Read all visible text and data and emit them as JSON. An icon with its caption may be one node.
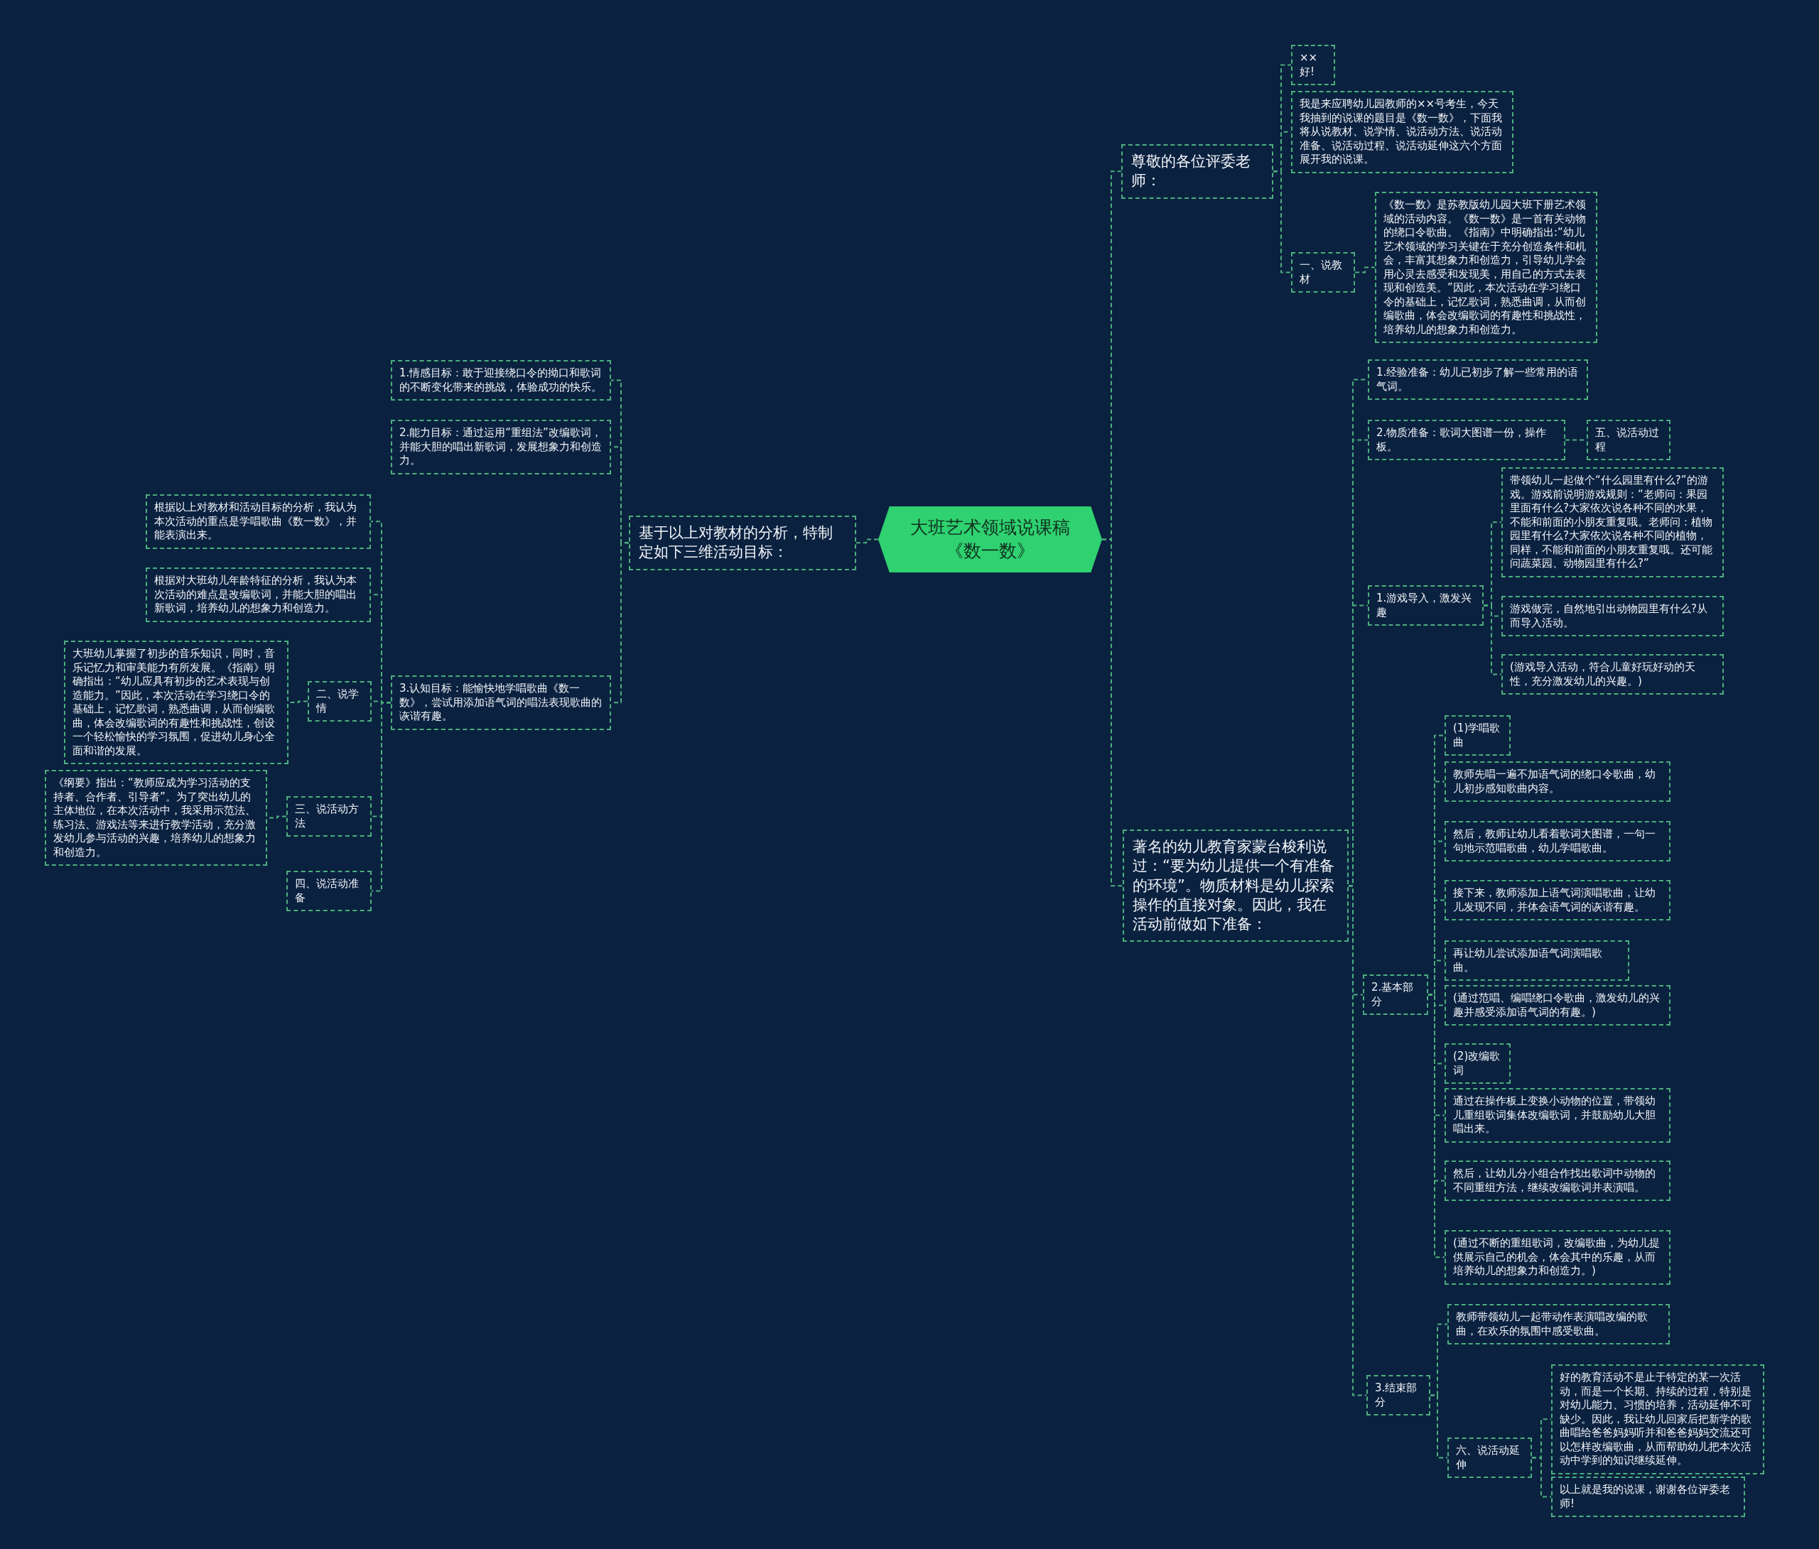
{
  "diagram": {
    "nodes": [
      {
        "text": [
          "大班艺术领域说课稿《数一数》"
        ]
      },
      {
        "text": [
          "尊敬的各位评委老师："
        ]
      },
      {
        "text": [
          "××好!"
        ]
      },
      {
        "text": [
          "我是来应聘幼儿园教师的××号考生，今天我抽到的说课的题目是《数一数》，下面我将从说教材、说学情、说活动方法、说活动准备、说活动过程、说活动延伸这六个方面展开我的说课。"
        ]
      },
      {
        "text": [
          "一、说教材"
        ]
      },
      {
        "text": [
          "《数一数》是苏教版幼儿园大班下册艺术领域的活动内容。《数一数》是一首有关动物的绕口令歌曲。《指南》中明确指出:“幼儿艺术领域的学习关键在于充分创造条件和机会，丰富其想象力和创造力，引导幼儿学会用心灵去感受和发现美，用自己的方式去表现和创造美。”因此，本次活动在学习绕口令的基础上，记忆歌词，熟悉曲调，从而创编歌曲，体会改编歌词的有趣性和挑战性，培养幼儿的想象力和创造力。"
        ]
      },
      {
        "text": [
          "著名的幼儿教育家蒙台梭利说过：“要为幼儿提供一个有准备的环境”。物质材料是幼儿探索操作的直接对象。因此，我在活动前做如下准备："
        ]
      },
      {
        "text": [
          "1.经验准备：幼儿已初步了解一些常用的语气词。"
        ]
      },
      {
        "text": [
          "2.物质准备：歌词大图谱一份，操作板。"
        ]
      },
      {
        "text": [
          "五、说活动过程"
        ]
      },
      {
        "text": [
          "1.游戏导入，激发兴趣"
        ]
      },
      {
        "text": [
          "带领幼儿一起做个“什么园里有什么?”的游戏。游戏前说明游戏规则：“老师问：果园里面有什么?大家依次说各种不同的水果，不能和前面的小朋友重复哦。老师问：植物园里有什么?大家依次说各种不同的植物，同样，不能和前面的小朋友重复哦。还可能问蔬菜园、动物园里有什么?”"
        ]
      },
      {
        "text": [
          "游戏做完，自然地引出动物园里有什么?从而导入活动。"
        ]
      },
      {
        "text": [
          "(游戏导入活动，符合儿童好玩好动的天性，充分激发幼儿的兴趣。)"
        ]
      },
      {
        "text": [
          "2.基本部分"
        ]
      },
      {
        "text": [
          "(1)学唱歌曲"
        ]
      },
      {
        "text": [
          "教师先唱一遍不加语气词的绕口令歌曲，幼儿初步感知歌曲内容。"
        ]
      },
      {
        "text": [
          "然后，教师让幼儿看着歌词大图谱，一句一句地示范唱歌曲，幼儿学唱歌曲。"
        ]
      },
      {
        "text": [
          "接下来，教师添加上语气词演唱歌曲，让幼儿发现不同，并体会语气词的诙谐有趣。"
        ]
      },
      {
        "text": [
          "再让幼儿尝试添加语气词演唱歌曲。"
        ]
      },
      {
        "text": [
          "(通过范唱、编唱绕口令歌曲，激发幼儿的兴趣并感受添加语气词的有趣。)"
        ]
      },
      {
        "text": [
          "(2)改编歌词"
        ]
      },
      {
        "text": [
          "通过在操作板上变换小动物的位置，带领幼儿重组歌词集体改编歌词，并鼓励幼儿大胆唱出来。"
        ]
      },
      {
        "text": [
          "然后，让幼儿分小组合作找出歌词中动物的不同重组方法，继续改编歌词并表演唱。"
        ]
      },
      {
        "text": [
          "(通过不断的重组歌词，改编歌曲，为幼儿提供展示自己的机会，体会其中的乐趣，从而培养幼儿的想象力和创造力。)"
        ]
      },
      {
        "text": [
          "3.结束部分"
        ]
      },
      {
        "text": [
          "教师带领幼儿一起带动作表演唱改编的歌曲，在欢乐的氛围中感受歌曲。"
        ]
      },
      {
        "text": [
          "六、说活动延伸"
        ]
      },
      {
        "text": [
          "好的教育活动不是止于特定的某一次活动，而是一个长期、持续的过程，特别是对幼儿能力、习惯的培养，活动延伸不可缺少。因此，我让幼儿回家后把新学的歌曲唱给爸爸妈妈听并和爸爸妈妈交流还可以怎样改编歌曲，从而帮助幼儿把本次活动中学到的知识继续延伸。"
        ]
      },
      {
        "text": [
          "以上就是我的说课，谢谢各位评委老师!"
        ]
      },
      {
        "text": [
          "基于以上对教材的分析，特制定如下三维活动目标："
        ]
      },
      {
        "text": [
          "1.情感目标：敢于迎接绕口令的拗口和歌词的不断变化带来的挑战，体验成功的快乐。"
        ]
      },
      {
        "text": [
          "2.能力目标：通过运用“重组法”改编歌词，并能大胆的唱出新歌词，发展想象力和创造力。"
        ]
      },
      {
        "text": [
          "3.认知目标：能愉快地学唱歌曲《数一数》，尝试用添加语气词的唱法表现歌曲的诙谐有趣。"
        ]
      },
      {
        "text": [
          "根据以上对教材和活动目标的分析，我认为本次活动的重点是学唱歌曲《数一数》，并能表演出来。"
        ]
      },
      {
        "text": [
          "根据对大班幼儿年龄特征的分析，我认为本次活动的难点是改编歌词，并能大胆的唱出新歌词，培养幼儿的想象力和创造力。"
        ]
      },
      {
        "text": [
          "二、说学情"
        ]
      },
      {
        "text": [
          "大班幼儿掌握了初步的音乐知识，同时，音乐记忆力和审美能力有所发展。《指南》明确指出：“幼儿应具有初步的艺术表现与创造能力。”因此，本次活动在学习绕口令的基础上，记忆歌词，熟悉曲调，从而创编歌曲，体会改编歌词的有趣性和挑战性，创设一个轻松愉快的学习氛围，促进幼儿身心全面和谐的发展。"
        ]
      },
      {
        "text": [
          "三、说活动方法"
        ]
      },
      {
        "text": [
          "《纲要》指出：“教师应成为学习活动的支持者、合作者、引导者”。为了突出幼儿的主体地位，在本次活动中，我采用示范法、练习法、游戏法等来进行教学活动，充分激发幼儿参与活动的兴趣，培养幼儿的想象力和创造力。"
        ]
      },
      {
        "text": [
          "四、说活动准备"
        ]
      }
    ],
    "edges": [
      {
        "from": 0,
        "to": 1,
        "arrow": "none"
      },
      {
        "from": 1,
        "to": 2,
        "arrow": "none"
      },
      {
        "from": 1,
        "to": 3,
        "arrow": "none"
      },
      {
        "from": 1,
        "to": 4,
        "arrow": "none"
      },
      {
        "from": 4,
        "to": 5,
        "arrow": "none"
      },
      {
        "from": 0,
        "to": 6,
        "arrow": "none"
      },
      {
        "from": 6,
        "to": 7,
        "arrow": "none"
      },
      {
        "from": 6,
        "to": 8,
        "arrow": "none"
      },
      {
        "from": 8,
        "to": 9,
        "arrow": "none"
      },
      {
        "from": 6,
        "to": 10,
        "arrow": "none"
      },
      {
        "from": 10,
        "to": 11,
        "arrow": "none"
      },
      {
        "from": 10,
        "to": 12,
        "arrow": "none"
      },
      {
        "from": 10,
        "to": 13,
        "arrow": "none"
      },
      {
        "from": 6,
        "to": 14,
        "arrow": "none"
      },
      {
        "from": 14,
        "to": 15,
        "arrow": "none"
      },
      {
        "from": 14,
        "to": 16,
        "arrow": "none"
      },
      {
        "from": 14,
        "to": 17,
        "arrow": "none"
      },
      {
        "from": 14,
        "to": 18,
        "arrow": "none"
      },
      {
        "from": 14,
        "to": 19,
        "arrow": "none"
      },
      {
        "from": 14,
        "to": 20,
        "arrow": "none"
      },
      {
        "from": 14,
        "to": 21,
        "arrow": "none"
      },
      {
        "from": 14,
        "to": 22,
        "arrow": "none"
      },
      {
        "from": 14,
        "to": 23,
        "arrow": "none"
      },
      {
        "from": 14,
        "to": 24,
        "arrow": "none"
      },
      {
        "from": 6,
        "to": 25,
        "arrow": "none"
      },
      {
        "from": 25,
        "to": 26,
        "arrow": "none"
      },
      {
        "from": 25,
        "to": 27,
        "arrow": "none"
      },
      {
        "from": 27,
        "to": 28,
        "arrow": "none"
      },
      {
        "from": 27,
        "to": 29,
        "arrow": "none"
      },
      {
        "from": 0,
        "to": 30,
        "arrow": "none"
      },
      {
        "from": 30,
        "to": 31,
        "arrow": "none"
      },
      {
        "from": 30,
        "to": 32,
        "arrow": "none"
      },
      {
        "from": 30,
        "to": 33,
        "arrow": "none"
      },
      {
        "from": 33,
        "to": 34,
        "arrow": "none"
      },
      {
        "from": 33,
        "to": 35,
        "arrow": "none"
      },
      {
        "from": 33,
        "to": 36,
        "arrow": "none"
      },
      {
        "from": 36,
        "to": 37,
        "arrow": "none"
      },
      {
        "from": 33,
        "to": 38,
        "arrow": "none"
      },
      {
        "from": 38,
        "to": 39,
        "arrow": "none"
      },
      {
        "from": 33,
        "to": 40,
        "arrow": "none"
      }
    ]
  }
}
